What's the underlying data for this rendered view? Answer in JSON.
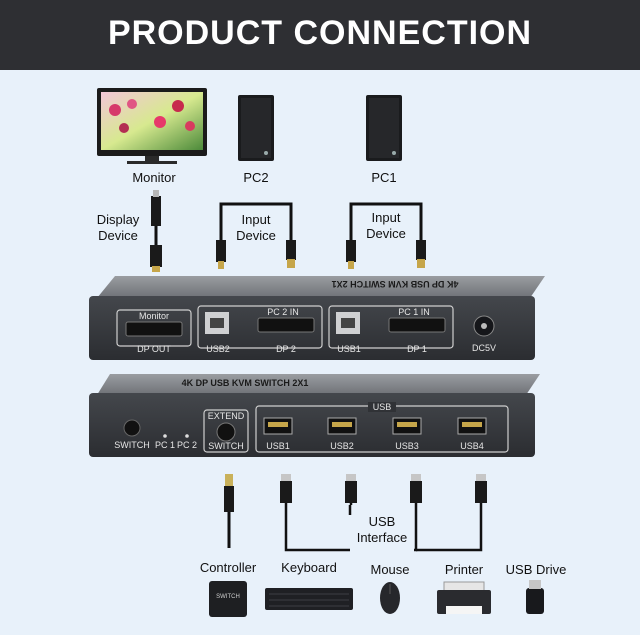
{
  "header": {
    "title": "PRODUCT CONNECTION"
  },
  "top_devices": {
    "monitor": "Monitor",
    "pc2": "PC2",
    "pc1": "PC1"
  },
  "cable_labels": {
    "display_device": "Display\nDevice",
    "input_device_pc2": "Input\nDevice",
    "input_device_pc1": "Input\nDevice",
    "usb_interface": "USB\nInterface"
  },
  "front_panel": {
    "top_print": "4K DP USB KVM SWITCH 2X1",
    "monitor_box": "Monitor",
    "dp_out": "DP OUT",
    "pc2_in": "PC 2 IN",
    "usb2": "USB2",
    "dp2": "DP 2",
    "pc1_in": "PC 1 IN",
    "usb1": "USB1",
    "dp1": "DP 1",
    "dc": "DC5V"
  },
  "back_panel": {
    "top_print": "4K DP USB KVM SWITCH 2X1",
    "switch_button": "SWITCH",
    "pc1_led": "PC 1",
    "pc2_led": "PC 2",
    "extend": "EXTEND",
    "extend_switch": "SWITCH",
    "usb_group": "USB",
    "usb_ports": [
      "USB1",
      "USB2",
      "USB3",
      "USB4"
    ]
  },
  "bottom_devices": {
    "controller": "Controller",
    "controller_print": "SWITCH",
    "keyboard": "Keyboard",
    "mouse": "Mouse",
    "printer": "Printer",
    "usb_drive": "USB Drive"
  },
  "colors": {
    "banner": "#2e2f33",
    "background": "#e8f1fa",
    "device_body": "#3a3d42",
    "device_top": "#8a8d91"
  }
}
